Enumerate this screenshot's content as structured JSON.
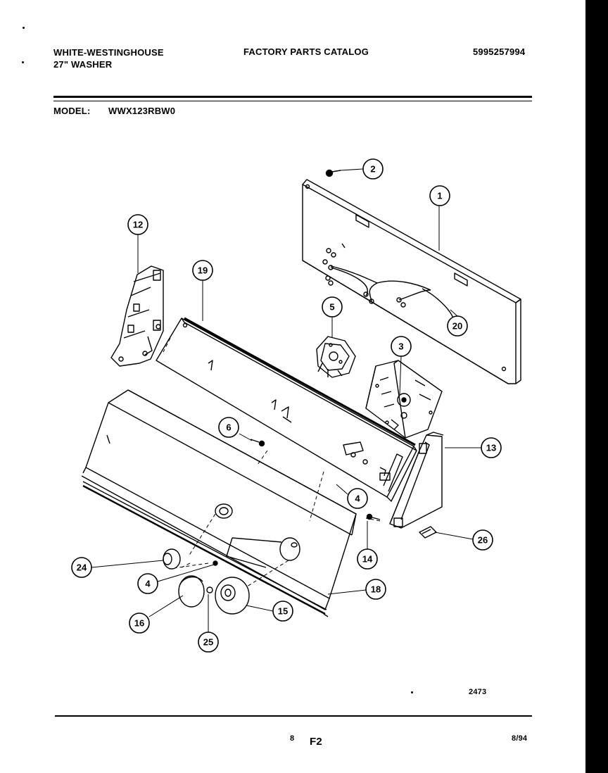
{
  "header": {
    "brand": "WHITE-WESTINGHOUSE",
    "product": "27\" WASHER",
    "catalog_title": "FACTORY PARTS CATALOG",
    "catalog_number": "5995257994"
  },
  "model": {
    "label": "MODEL:",
    "value": "WWX123RBW0"
  },
  "diagram": {
    "callouts": [
      "2",
      "1",
      "12",
      "19",
      "5",
      "20",
      "3",
      "6",
      "13",
      "4",
      "4",
      "14",
      "26",
      "24",
      "18",
      "15",
      "16",
      "25"
    ],
    "drawing_number": "2473"
  },
  "footer": {
    "page": "8",
    "section": "F2",
    "date": "8/94"
  }
}
